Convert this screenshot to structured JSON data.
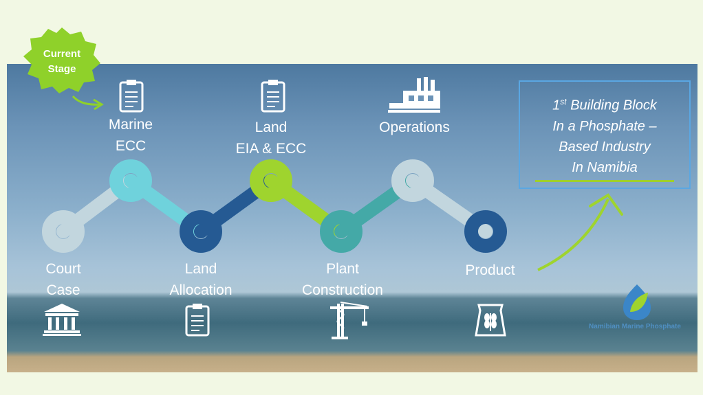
{
  "stage_badge": "Current\nStage",
  "milestones": [
    {
      "label": "Court\nCase",
      "icon": "courthouse-icon",
      "color": "#c2d6de"
    },
    {
      "label": "Marine\nECC",
      "icon": "clipboard-icon",
      "color": "#6fd2dc"
    },
    {
      "label": "Land\nAllocation",
      "icon": "clipboard-icon",
      "color": "#255a93"
    },
    {
      "label": "Land\nEIA & ECC",
      "icon": "clipboard-icon",
      "color": "#9fd42e"
    },
    {
      "label": "Plant\nConstruction",
      "icon": "crane-icon",
      "color": "#44a9a7"
    },
    {
      "label": "Operations",
      "icon": "factory-icon",
      "color": "#c2d6de"
    },
    {
      "label": "Product",
      "icon": "grain-sack-icon",
      "color": "#255a93"
    }
  ],
  "tagline": {
    "line1_main": "1",
    "line1_sup": "st",
    "line1_rest": " Building Block",
    "rest": "In a Phosphate –\nBased Industry\nIn Namibia"
  },
  "logo": {
    "name": "Namibian Marine Phosphate",
    "icon": "leaf-drop-icon"
  },
  "colors": {
    "accent_green": "#9fd42e",
    "badge_green": "#8fd12a",
    "frame_blue": "#5aa7e3"
  }
}
